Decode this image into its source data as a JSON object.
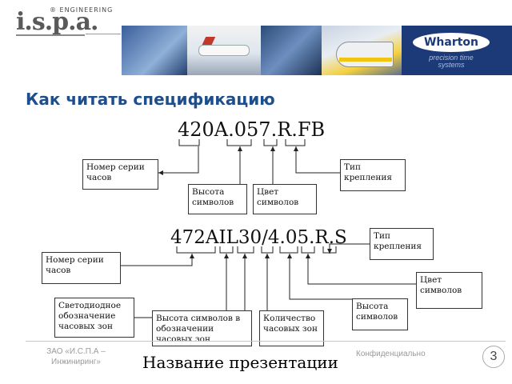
{
  "header": {
    "logo_top": "® ENGINEERING",
    "logo_main": "i.s.p.a.",
    "banner_photos": [
      "control-room-photo",
      "airplane-photo",
      "trading-floor-photo",
      "train-photo"
    ],
    "brand_name": "Wharton",
    "brand_tagline": "precision time systems"
  },
  "title": "Как читать спецификацию",
  "spec1": {
    "code": "420A.057.R.FB",
    "labels": {
      "series": "Номер серии часов",
      "height": "Высота символов",
      "color": "Цвет символов",
      "mount": "Тип крепления"
    }
  },
  "spec2": {
    "code": "472AIL30/4.05.R.S",
    "labels": {
      "mount": "Тип крепления",
      "series": "Номер серии часов",
      "color": "Цвет символов",
      "led": "Светодиодное обозначение часовых зон",
      "zone_height": "Высота символов в обозначении часовых зон",
      "zone_count": "Количество часовых зон",
      "height": "Высота символов"
    }
  },
  "footer": {
    "company": "ЗАО «И.С.П.А – Инжиниринг»",
    "presentation_title": "Название презентации",
    "confidential": "Конфиденциально",
    "page_number": "3"
  },
  "colors": {
    "title": "#1f4e8c",
    "banner": "#1e3f7a"
  }
}
